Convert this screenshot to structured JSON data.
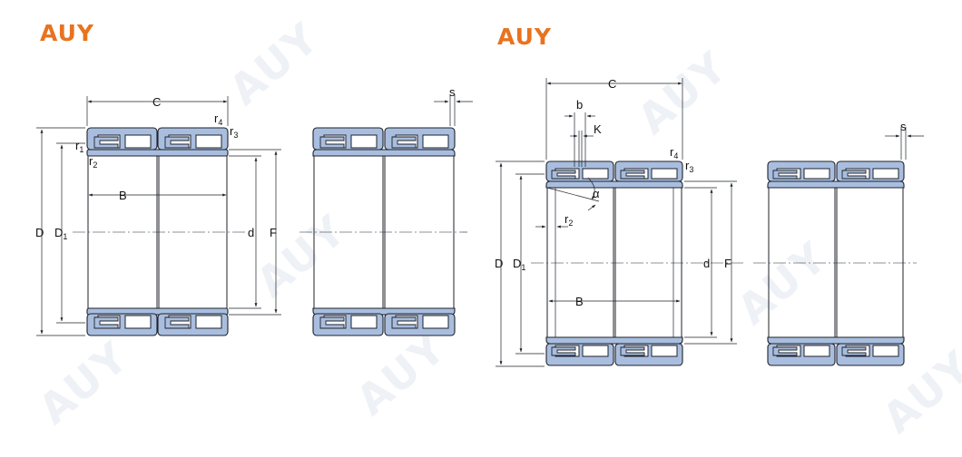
{
  "brand": {
    "logo_left": "AUY",
    "logo_right": "AUY",
    "color": "#e8731f",
    "watermark": "AUY"
  },
  "colors": {
    "ring_fill": "#a9bedf",
    "outline": "#1f2229"
  },
  "left_figure": {
    "labels": {
      "C": "C",
      "r4": "r",
      "r4_sub": "4",
      "r3": "r",
      "r3_sub": "3",
      "r1": "r",
      "r1_sub": "1",
      "r2": "r",
      "r2_sub": "2",
      "B": "B",
      "D": "D",
      "D1": "D",
      "D1_sub": "1",
      "d": "d",
      "F": "F",
      "s": "s"
    }
  },
  "right_figure": {
    "labels": {
      "C": "C",
      "b": "b",
      "K": "K",
      "r4": "r",
      "r4_sub": "4",
      "r3": "r",
      "r3_sub": "3",
      "alpha": "α",
      "r2": "r",
      "r2_sub": "2",
      "B": "B",
      "D": "D",
      "D1": "D",
      "D1_sub": "1",
      "d": "d",
      "F": "F",
      "s": "s"
    }
  }
}
